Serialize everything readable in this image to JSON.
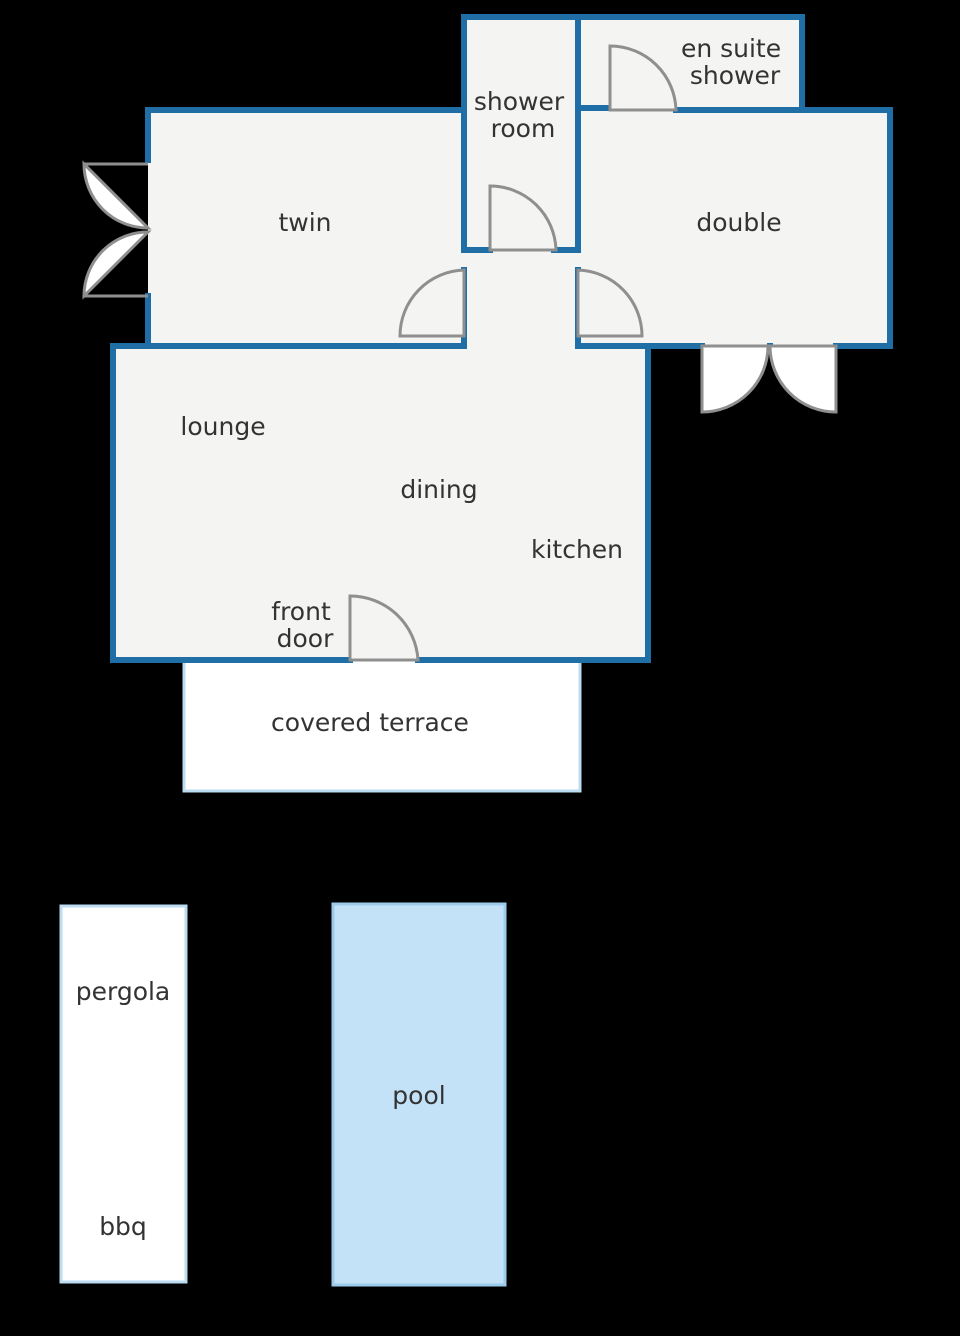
{
  "plan": {
    "colors": {
      "background": "#000000",
      "wall": "#1f6fa6",
      "floor": "#f4f4f3",
      "terrace_border": "#bcdcf2",
      "pool_fill": "#c3e2f7",
      "door_stroke": "#8f8f8f",
      "label": "#333333"
    },
    "rooms": {
      "twin": "twin",
      "shower_room": [
        "shower",
        "room"
      ],
      "en_suite_shower": [
        "en suite",
        "shower"
      ],
      "double": "double",
      "lounge": "lounge",
      "dining": "dining",
      "kitchen": "kitchen",
      "front_door": [
        "front",
        "door"
      ],
      "covered_terrace": "covered terrace",
      "pergola": "pergola",
      "bbq": "bbq",
      "pool": "pool"
    }
  }
}
